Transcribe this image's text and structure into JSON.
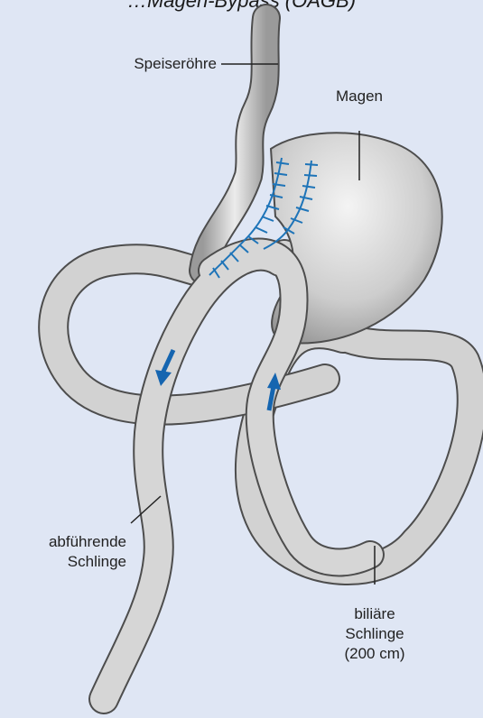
{
  "figure": {
    "caption": "…Magen-Bypass (OAGB)",
    "labels": {
      "esophagus": "Speiseröhre",
      "stomach": "Magen",
      "efferent_line1": "abführende",
      "efferent_line2": "Schlinge",
      "biliary_line1": "biliäre",
      "biliary_line2": "Schlinge",
      "biliary_line3": "(200 cm)"
    }
  },
  "colors": {
    "background": "#dfe6f4",
    "organ_fill": "#cfcfcf",
    "organ_outline": "#4d4d4d",
    "staples": "#1e74b8",
    "arrows": "#1565b0"
  }
}
